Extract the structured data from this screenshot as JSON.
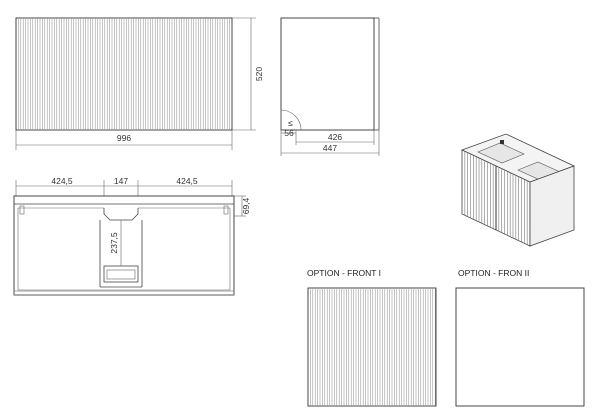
{
  "front_view": {
    "width_label": "996",
    "height_label": "520"
  },
  "side_view": {
    "depth_inner_label": "426",
    "depth_total_label": "447",
    "small_label": "56",
    "hinge_label": "≤"
  },
  "top_view": {
    "left_label": "424,5",
    "middle_label": "147",
    "right_label": "424,5",
    "depth_label": "237,5",
    "right_height_label": "69,4"
  },
  "options": {
    "front_1_label": "OPTION - FRONT I",
    "front_2_label": "OPTION - FRON II"
  },
  "colors": {
    "line": "#444444",
    "text": "#333333"
  }
}
